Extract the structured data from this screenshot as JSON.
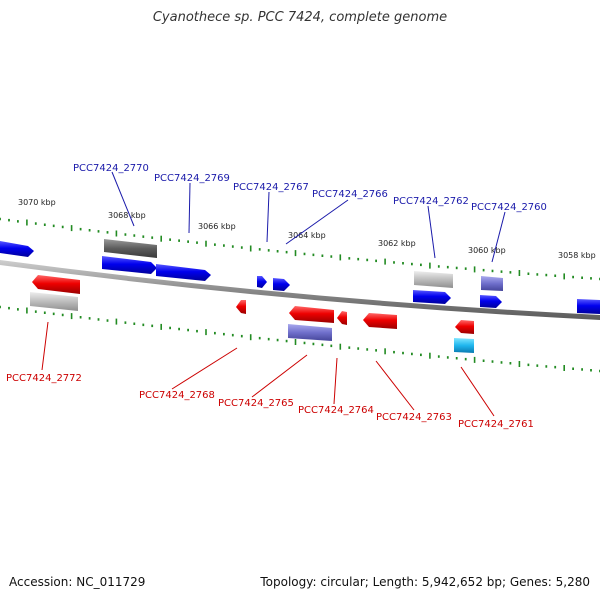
{
  "title": "Cyanothece sp. PCC 7424, complete genome",
  "footer": {
    "accession": "Accession: NC_011729",
    "summary": "Topology: circular; Length: 5,942,652 bp; Genes: 5,280"
  },
  "colors": {
    "forward_label": "#1a1aaa",
    "reverse_label": "#cc0000",
    "forward_gene": "#0000ee",
    "reverse_gene": "#ee0000",
    "tick": "#228b22",
    "backbone": "#8a8a8a"
  },
  "ticks": [
    "3070 kbp",
    "3068 kbp",
    "3066 kbp",
    "3064 kbp",
    "3062 kbp",
    "3060 kbp",
    "3058 kbp"
  ],
  "forward_labels": [
    "PCC7424_2770",
    "PCC7424_2769",
    "PCC7424_2767",
    "PCC7424_2766",
    "PCC7424_2762",
    "PCC7424_2760"
  ],
  "reverse_labels": [
    "PCC7424_2772",
    "PCC7424_2768",
    "PCC7424_2765",
    "PCC7424_2764",
    "PCC7424_2763",
    "PCC7424_2761"
  ]
}
